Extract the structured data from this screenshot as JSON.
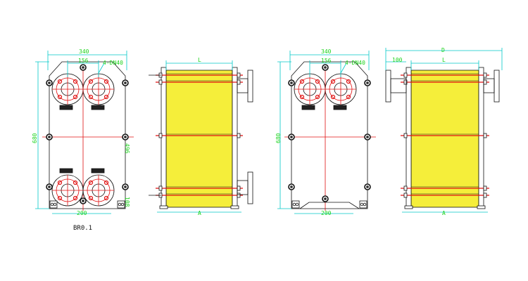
{
  "views": {
    "front_left": {
      "width": "340",
      "port_spacing": "156",
      "port_spec": "4-DN40",
      "height": "680",
      "port_center_height": "496",
      "bottom_offset": "108",
      "foot_spacing": "200"
    },
    "side_left": {
      "length": "L",
      "base": "A"
    },
    "front_right": {
      "width": "340",
      "port_spacing": "156",
      "port_spec": "4-DN40",
      "height": "680",
      "foot_spacing": "200"
    },
    "side_right": {
      "overall": "D",
      "nozzle": "100",
      "length": "L",
      "base": "A"
    }
  },
  "caption": "BR0.1",
  "colors": {
    "dimension": "#19d319",
    "extension": "#00c8c8",
    "centerline": "#e01010",
    "plate": "#f5ee3a",
    "outline": "#111111"
  }
}
